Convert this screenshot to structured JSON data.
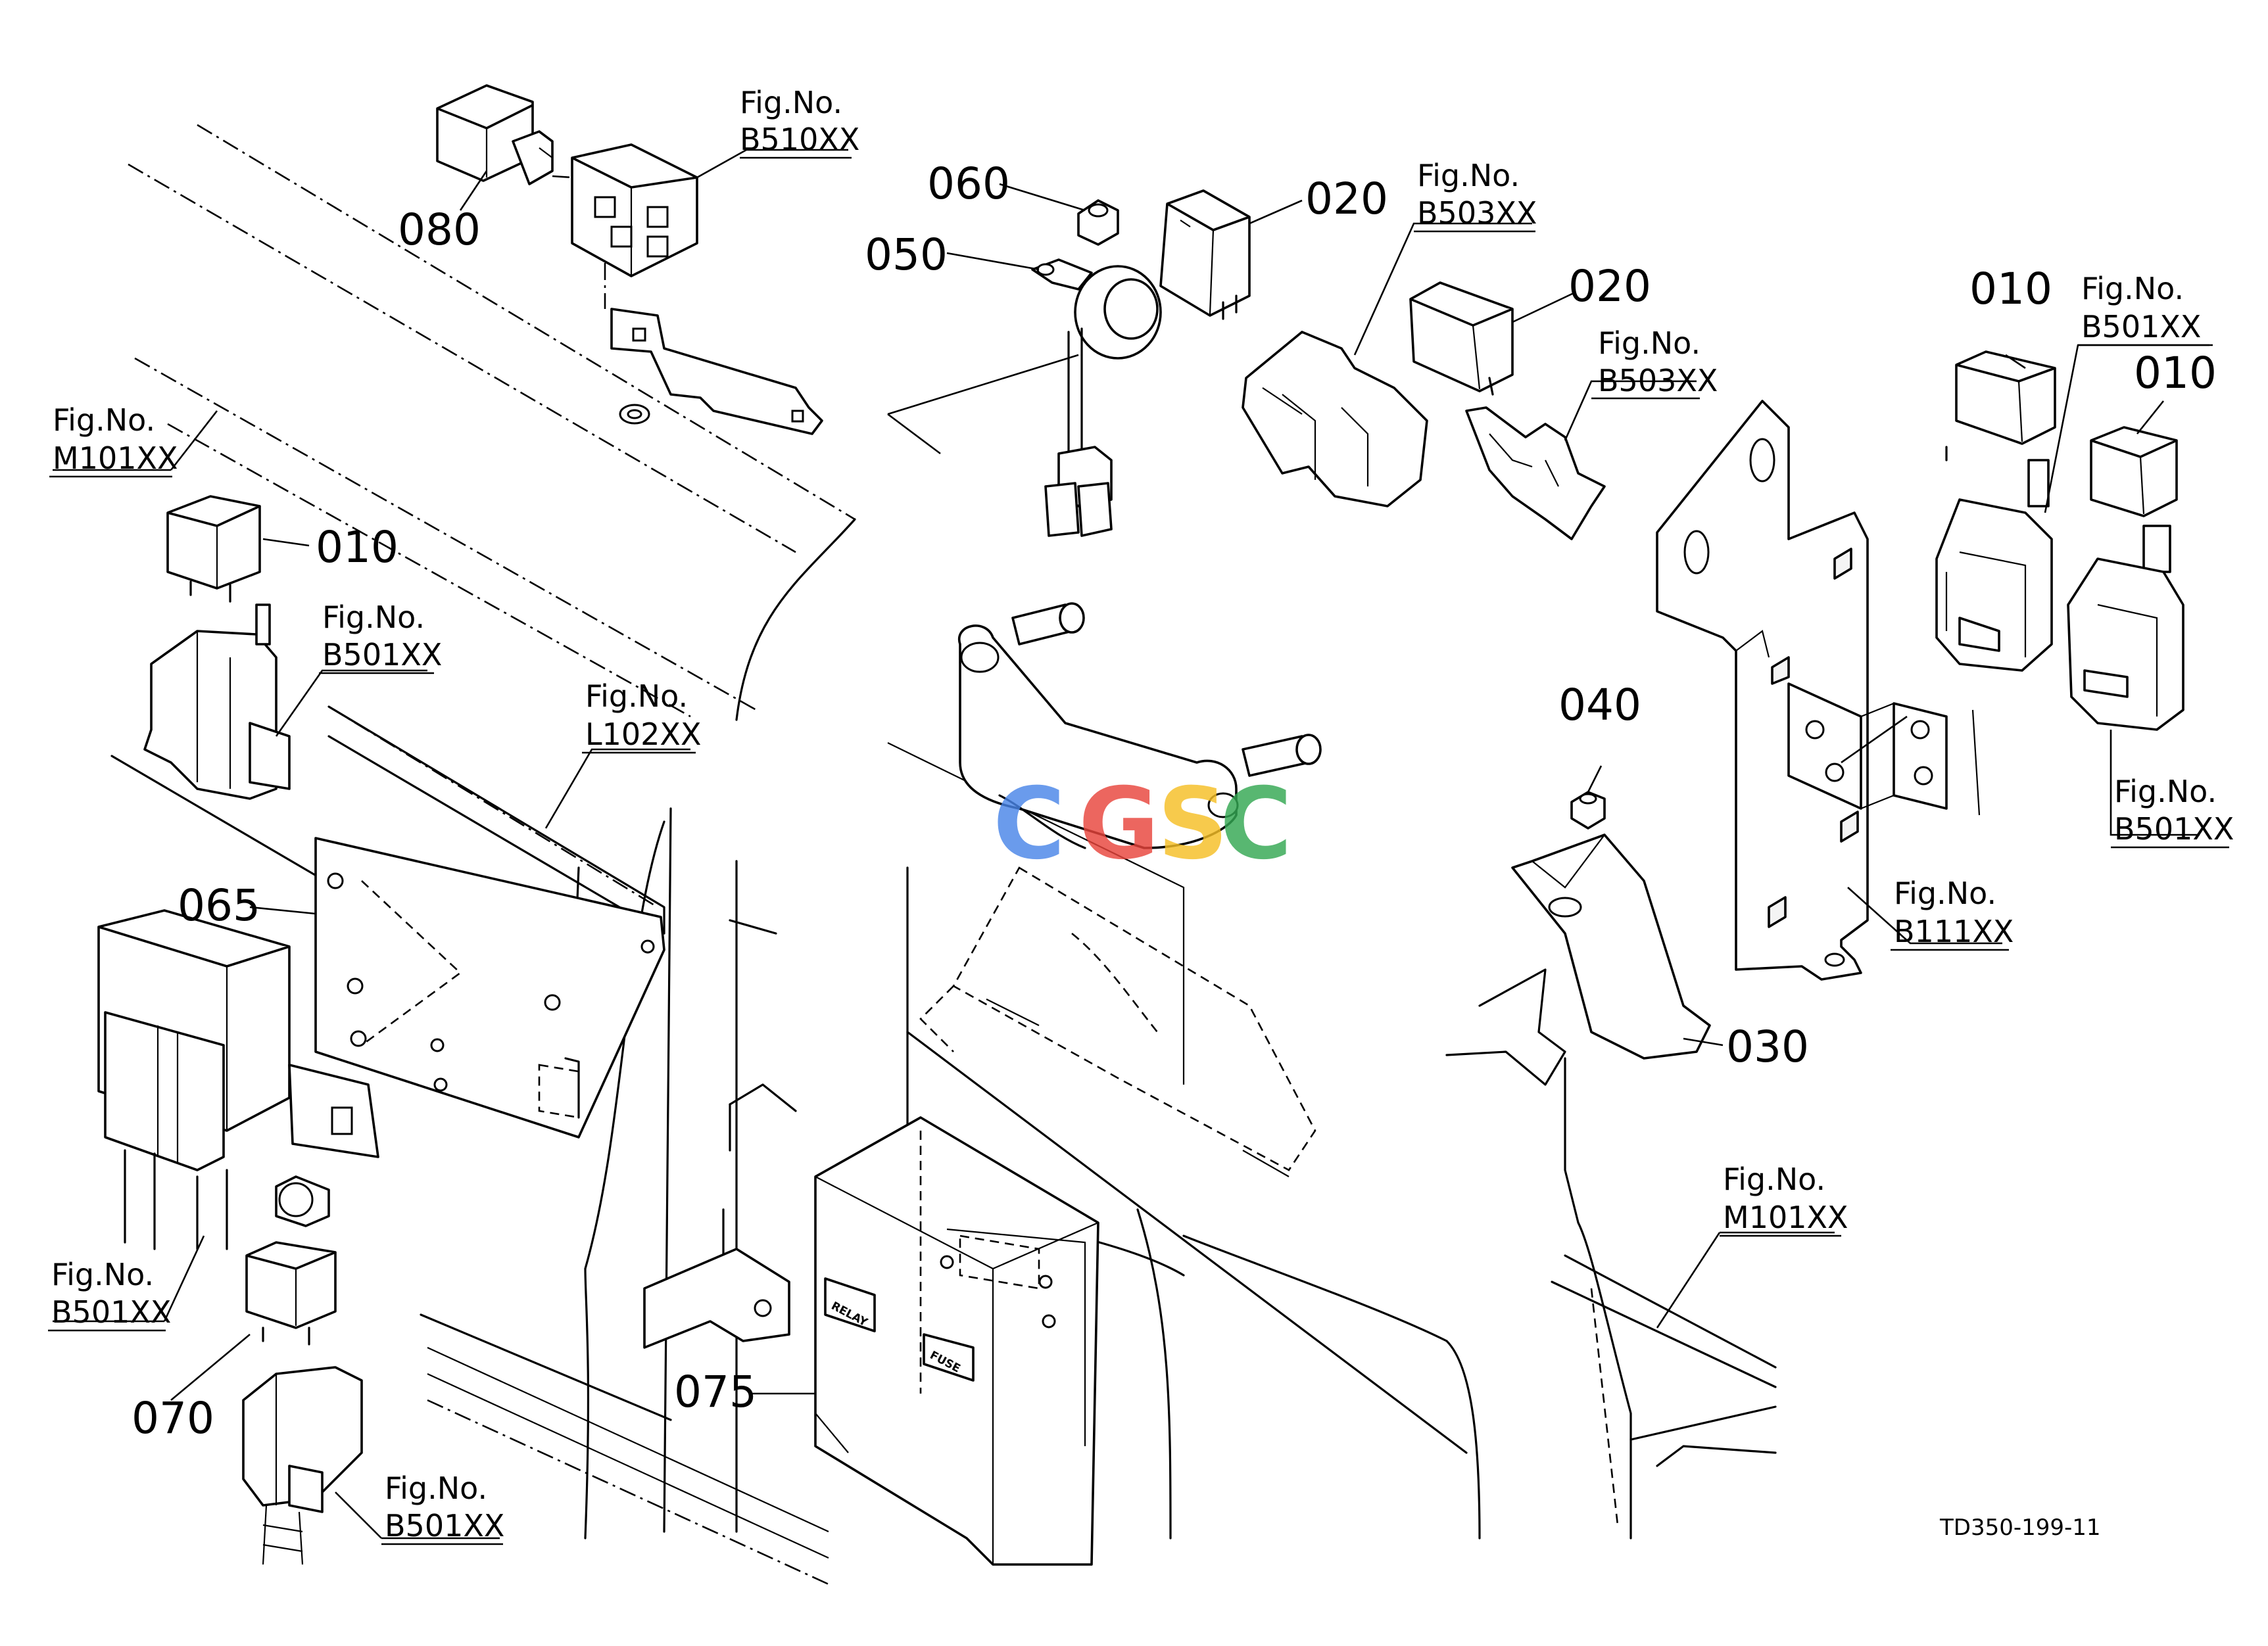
{
  "part_numbers": {
    "p080": "080",
    "p060": "060",
    "p050": "050",
    "p020_a": "020",
    "p020_b": "020",
    "p010_left": "010",
    "p010_r1": "010",
    "p010_r2": "010",
    "p065": "065",
    "p070": "070",
    "p075": "075",
    "p040": "040",
    "p030": "030"
  },
  "fig_refs": {
    "b510": {
      "label": "Fig.No.",
      "code": "B510XX"
    },
    "b503_a": {
      "label": "Fig.No.",
      "code": "B503XX"
    },
    "b503_b": {
      "label": "Fig.No.",
      "code": "B503XX"
    },
    "m101_top": {
      "label": "Fig.No.",
      "code": "M101XX"
    },
    "b501_left": {
      "label": "Fig.No.",
      "code": "B501XX"
    },
    "l102": {
      "label": "Fig.No.",
      "code": "L102XX"
    },
    "b501_bl": {
      "label": "Fig.No.",
      "code": "B501XX"
    },
    "b501_bottom": {
      "label": "Fig.No.",
      "code": "B501XX"
    },
    "b501_top_right": {
      "label": "Fig.No.",
      "code": "B501XX"
    },
    "b501_right": {
      "label": "Fig.No.",
      "code": "B501XX"
    },
    "b111": {
      "label": "Fig.No.",
      "code": "B111XX"
    },
    "m101_br": {
      "label": "Fig.No.",
      "code": "M101XX"
    }
  },
  "cover_tags": {
    "relay": "RELAY",
    "fuse": "FUSE"
  },
  "watermark": {
    "c1": "C",
    "g": "G",
    "s": "S",
    "c2": "C"
  },
  "drawing_code": "TD350-199-11",
  "colors": {
    "line": "#000000",
    "background": "#ffffff",
    "wm_blue": "#4a86e8",
    "wm_red": "#e8453c",
    "wm_yellow": "#f6bf26",
    "wm_green": "#34a853"
  }
}
